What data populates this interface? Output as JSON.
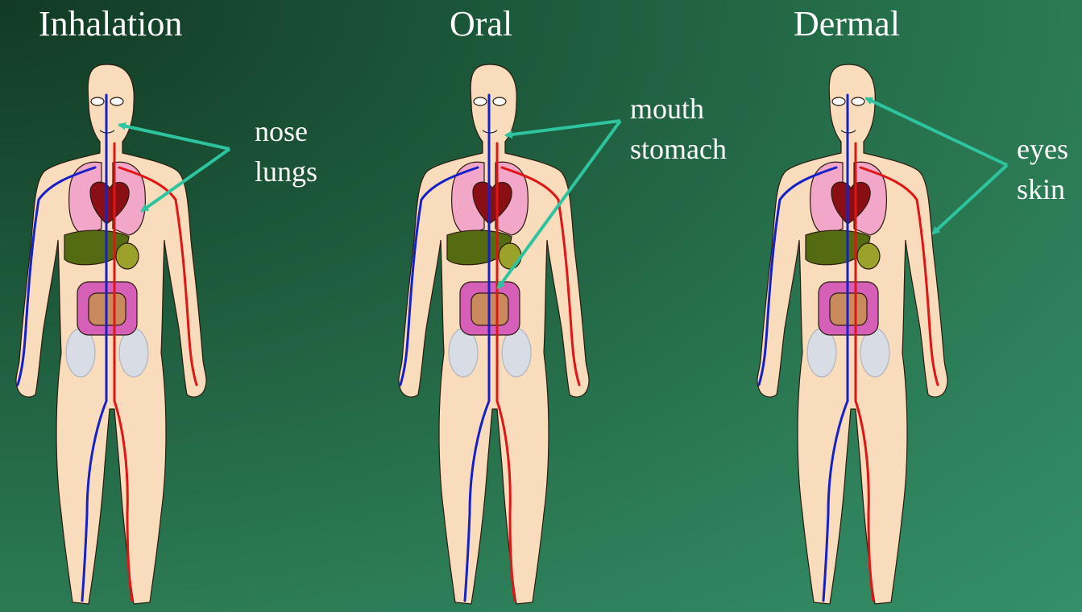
{
  "routes": [
    {
      "id": "inhalation",
      "title": "Inhalation",
      "organs": [
        "nose",
        "lungs"
      ]
    },
    {
      "id": "oral",
      "title": "Oral",
      "organs": [
        "mouth",
        "stomach"
      ]
    },
    {
      "id": "dermal",
      "title": "Dermal",
      "organs": [
        "eyes",
        "skin"
      ]
    }
  ],
  "colors": {
    "arrow": "#2ec4a0",
    "skin": "#f9dcbb",
    "artery": "#e01515",
    "vein": "#1520c8",
    "lungs": "#f2a6c8",
    "heart": "#8a0f14",
    "liver": "#556b12",
    "intestine": "#d65fb8"
  },
  "icons": [
    "human-body-figure",
    "callout-arrow"
  ]
}
